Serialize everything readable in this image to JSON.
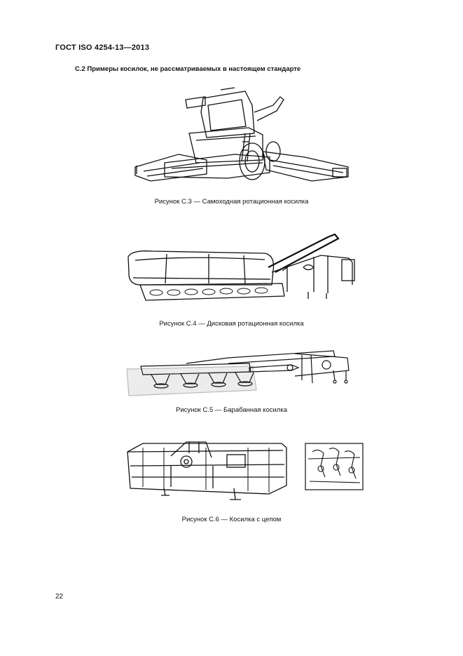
{
  "header": {
    "standard": "ГОСТ ISO 4254-13—2013"
  },
  "section": {
    "title": "С.2 Примеры косилок, не рассматриваемых в настоящем стандарте"
  },
  "figures": [
    {
      "caption": "Рисунок С.3 — Самоходная ротационная косилка",
      "icon": "self-propelled-rotary-mower-illustration"
    },
    {
      "caption": "Рисунок С.4 — Дисковая ротационная косилка",
      "icon": "disc-rotary-mower-illustration"
    },
    {
      "caption": "Рисунок С.5 — Барабанная косилка",
      "icon": "drum-mower-illustration"
    },
    {
      "caption": "Рисунок С.6 — Косилка с цепом",
      "icon": "flail-mower-illustration"
    }
  ],
  "page_number": "22"
}
